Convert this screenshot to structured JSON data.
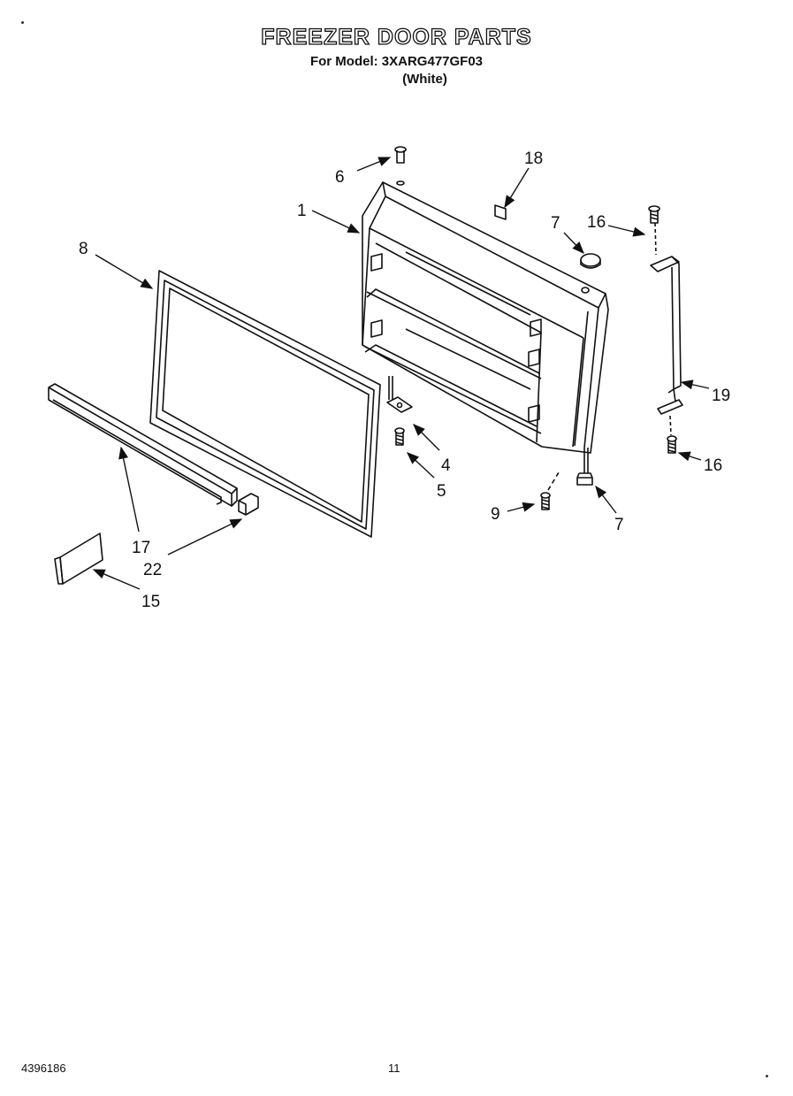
{
  "header": {
    "title": "FREEZER DOOR PARTS",
    "model_line": "For Model: 3XARG477GF03",
    "color_line": "(White)"
  },
  "callouts": [
    "1",
    "4",
    "5",
    "6",
    "7",
    "7",
    "8",
    "9",
    "15",
    "16",
    "16",
    "17",
    "18",
    "19",
    "22"
  ],
  "footer": {
    "doc_number": "4396186",
    "page_number": "11"
  }
}
